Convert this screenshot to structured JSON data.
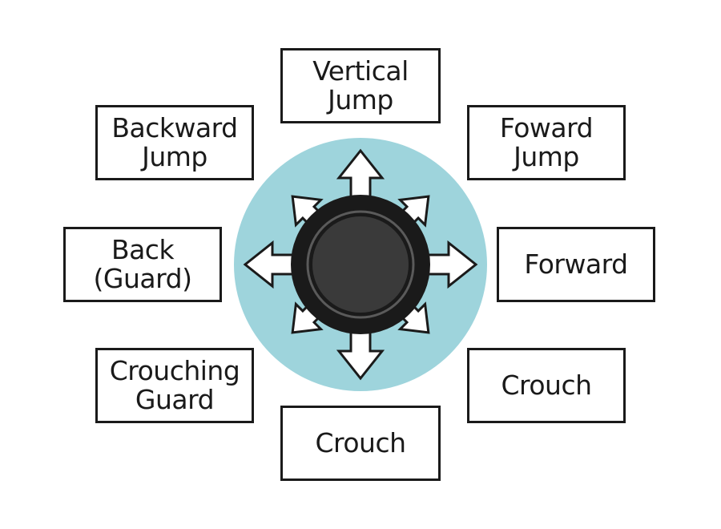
{
  "labels": {
    "up": "Vertical\nJump",
    "up_left": "Backward\nJump",
    "up_right": "Foward\nJump",
    "left": "Back\n(Guard)",
    "right": "Forward",
    "down_left": "Crouching\nGuard",
    "down_right": "Crouch",
    "down": "Crouch"
  },
  "colors": {
    "ring": "#9ed4dc",
    "stick_outer": "#1a1a1a",
    "stick_inner": "#3a3a3a",
    "arrow_fill": "#ffffff",
    "arrow_stroke": "#1a1a1a",
    "box_border": "#1a1a1a"
  },
  "icons": {
    "center": "joystick-icon",
    "arrow": "arrow-icon"
  }
}
